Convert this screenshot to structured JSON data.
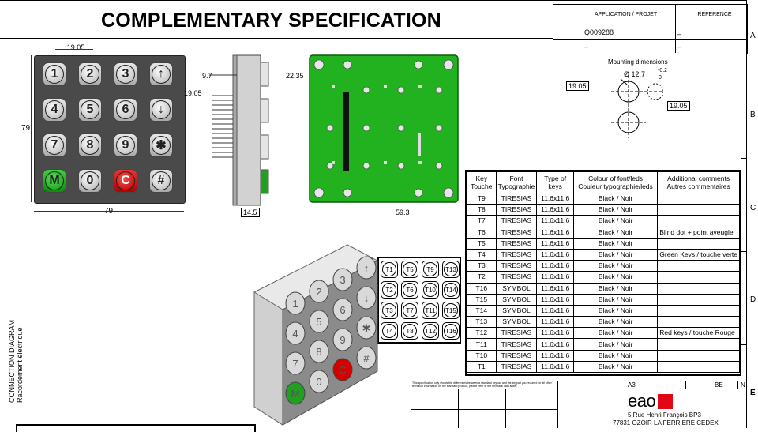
{
  "title": "COMPLEMENTARY SPECIFICATION",
  "title_block": {
    "application_label": "APPLICATION / PROJET",
    "reference_label": "REFERENCE",
    "project_code": "Q009288",
    "dash": "–"
  },
  "dimensions": {
    "key_pitch_top": "19.05",
    "key_pitch_right": "19.05",
    "overall_height": "79",
    "overall_width": "79",
    "side_9_7": "9.7",
    "side_14_5": "14.5",
    "pcb_22_35": "22.35",
    "pcb_59_3": "59.3"
  },
  "mounting": {
    "label": "Mounting dimensions",
    "diameter": "Ø 12.7",
    "tol_plus": "-0.2",
    "tol_zero": "0",
    "dim_left": "19.05",
    "dim_right": "19.05"
  },
  "keypad_front": {
    "keys": [
      "1",
      "2",
      "3",
      "↑",
      "4",
      "5",
      "6",
      "↓",
      "7",
      "8",
      "9",
      "✱",
      "M",
      "0",
      "C",
      "#"
    ]
  },
  "table": {
    "headers": [
      [
        "Key",
        "Touche"
      ],
      [
        "Font",
        "Typographie"
      ],
      [
        "Type of",
        "keys"
      ],
      [
        "Colour of font/leds",
        "Couleur typographie/leds"
      ],
      [
        "Additional comments",
        "Autres commentaires"
      ]
    ],
    "rows": [
      [
        "T9",
        "TIRESIAS",
        "11.6x11.6",
        "Black / Noir",
        ""
      ],
      [
        "T8",
        "TIRESIAS",
        "11.6x11.6",
        "Black / Noir",
        ""
      ],
      [
        "T7",
        "TIRESIAS",
        "11.6x11.6",
        "Black / Noir",
        ""
      ],
      [
        "T6",
        "TIRESIAS",
        "11.6x11.6",
        "Black / Noir",
        "Blind dot + point aveugle"
      ],
      [
        "T5",
        "TIRESIAS",
        "11.6x11.6",
        "Black / Noir",
        ""
      ],
      [
        "T4",
        "TIRESIAS",
        "11.6x11.6",
        "Black / Noir",
        "Green Keys / touche verte"
      ],
      [
        "T3",
        "TIRESIAS",
        "11.6x11.6",
        "Black / Noir",
        ""
      ],
      [
        "T2",
        "TIRESIAS",
        "11.6x11.6",
        "Black / Noir",
        ""
      ],
      [
        "T16",
        "SYMBOL",
        "11.6x11.6",
        "Black / Noir",
        ""
      ],
      [
        "T15",
        "SYMBOL",
        "11.6x11.6",
        "Black / Noir",
        ""
      ],
      [
        "T14",
        "SYMBOL",
        "11.6x11.6",
        "Black / Noir",
        ""
      ],
      [
        "T13",
        "SYMBOL",
        "11.6x11.6",
        "Black / Noir",
        ""
      ],
      [
        "T12",
        "TIRESIAS",
        "11.6x11.6",
        "Black / Noir",
        "Red keys / touche Rouge"
      ],
      [
        "T11",
        "TIRESIAS",
        "11.6x11.6",
        "Black / Noir",
        ""
      ],
      [
        "T10",
        "TIRESIAS",
        "11.6x11.6",
        "Black / Noir",
        ""
      ],
      [
        "T1",
        "TIRESIAS",
        "11.6x11.6",
        "Black / Noir",
        ""
      ]
    ]
  },
  "key_map": [
    "T1",
    "T5",
    "T9",
    "T13",
    "T2",
    "T6",
    "T10",
    "T14",
    "T3",
    "T7",
    "T11",
    "T15",
    "T4",
    "T8",
    "T12",
    "T16"
  ],
  "connection": {
    "line1": "CONNECTION DIAGRAM",
    "line2": "Racordement électrique"
  },
  "footer": {
    "notice": "This specification only shows the differences between a standard keypad and the keypad you required for all other technical information on the standard product, please refer to the technical data sheet",
    "size": "A3",
    "be": "BE",
    "n": "N",
    "logo": "eao",
    "address1": "5 Rue Henri François BP3",
    "address2": "77831 OZOIR LA FERRIERE CEDEX"
  },
  "margin_letters": [
    "A",
    "B",
    "C",
    "D",
    "E"
  ],
  "colors": {
    "pcb_green": "#22b21f",
    "key_green": "#1fa01f",
    "key_red": "#d40000",
    "logo_red": "#e30613"
  }
}
